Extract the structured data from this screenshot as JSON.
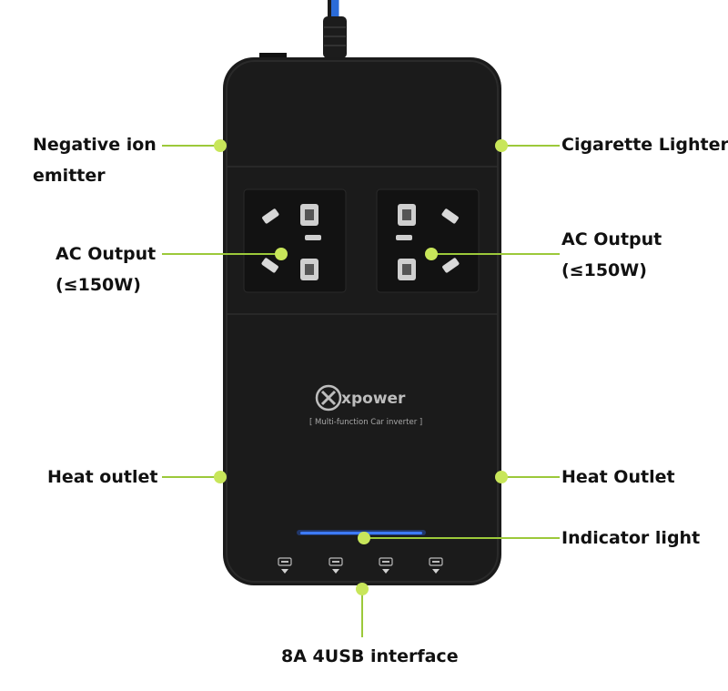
{
  "product": {
    "brand": "xpower",
    "tagline": "[ Multi-function Car inverter ]"
  },
  "callouts": {
    "negative_ion": [
      "Negative ion",
      "emitter"
    ],
    "cigarette_lighter": "Cigarette Lighter",
    "ac_output_left": [
      "AC Output",
      "(≤150W)"
    ],
    "ac_output_right": [
      "AC Output",
      "(≤150W)"
    ],
    "heat_outlet_left": "Heat outlet",
    "heat_outlet_right": "Heat Outlet",
    "indicator_light": "Indicator light",
    "usb_interface": "8A 4USB interface"
  },
  "colors": {
    "leader": "#9cc93a",
    "dot": "#c8e65a",
    "body": "#1b1b1b",
    "indicator": "#2f6cff"
  }
}
